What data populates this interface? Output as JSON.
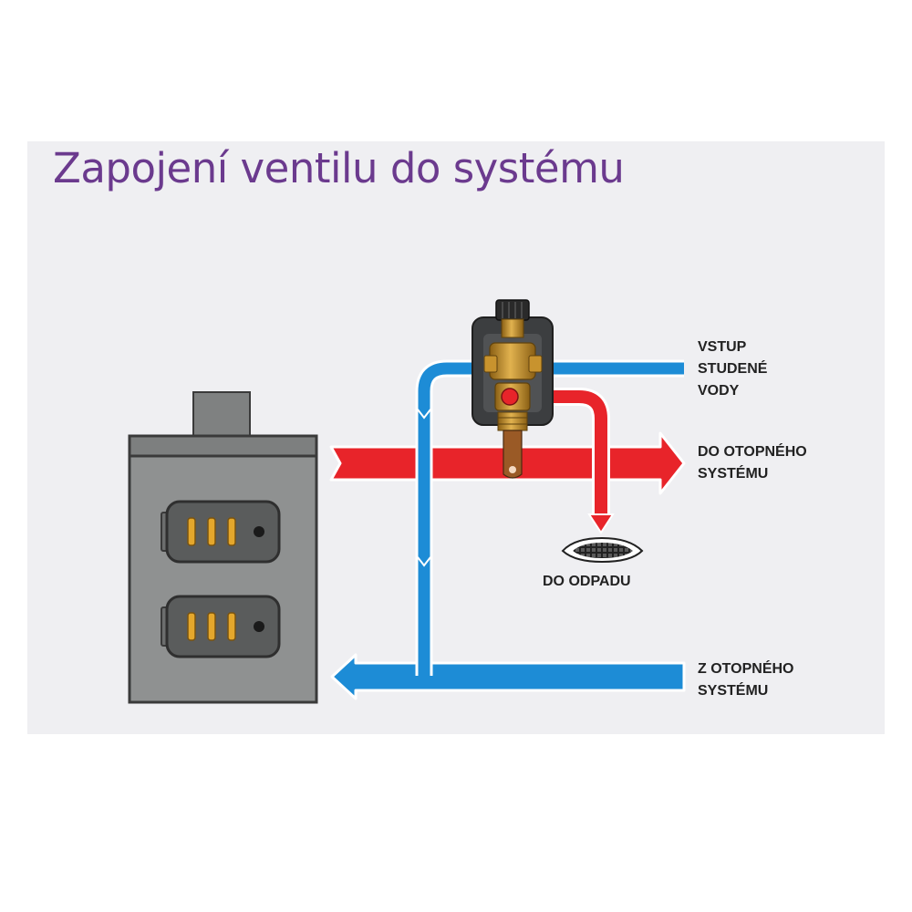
{
  "title": "Zapojení ventilu do systému",
  "labels": {
    "cold_water_inlet": [
      "VSTUP",
      "STUDENÉ",
      "VODY"
    ],
    "to_heating_system": [
      "DO OTOPNÉHO",
      "SYSTÉMU"
    ],
    "to_drain": "DO ODPADU",
    "from_heating_system": [
      "Z OTOPNÉHO",
      "SYSTÉMU"
    ]
  },
  "colors": {
    "title": "#6b3a8e",
    "background": "#efeff2",
    "hot_pipe": "#e8242a",
    "cold_pipe": "#1d8cd6",
    "boiler_body": "#8f9191",
    "brass": "#c8932e"
  },
  "icons": [
    "boiler-icon",
    "thermostatic-valve-icon",
    "floor-drain-icon",
    "arrow-head-icon"
  ]
}
